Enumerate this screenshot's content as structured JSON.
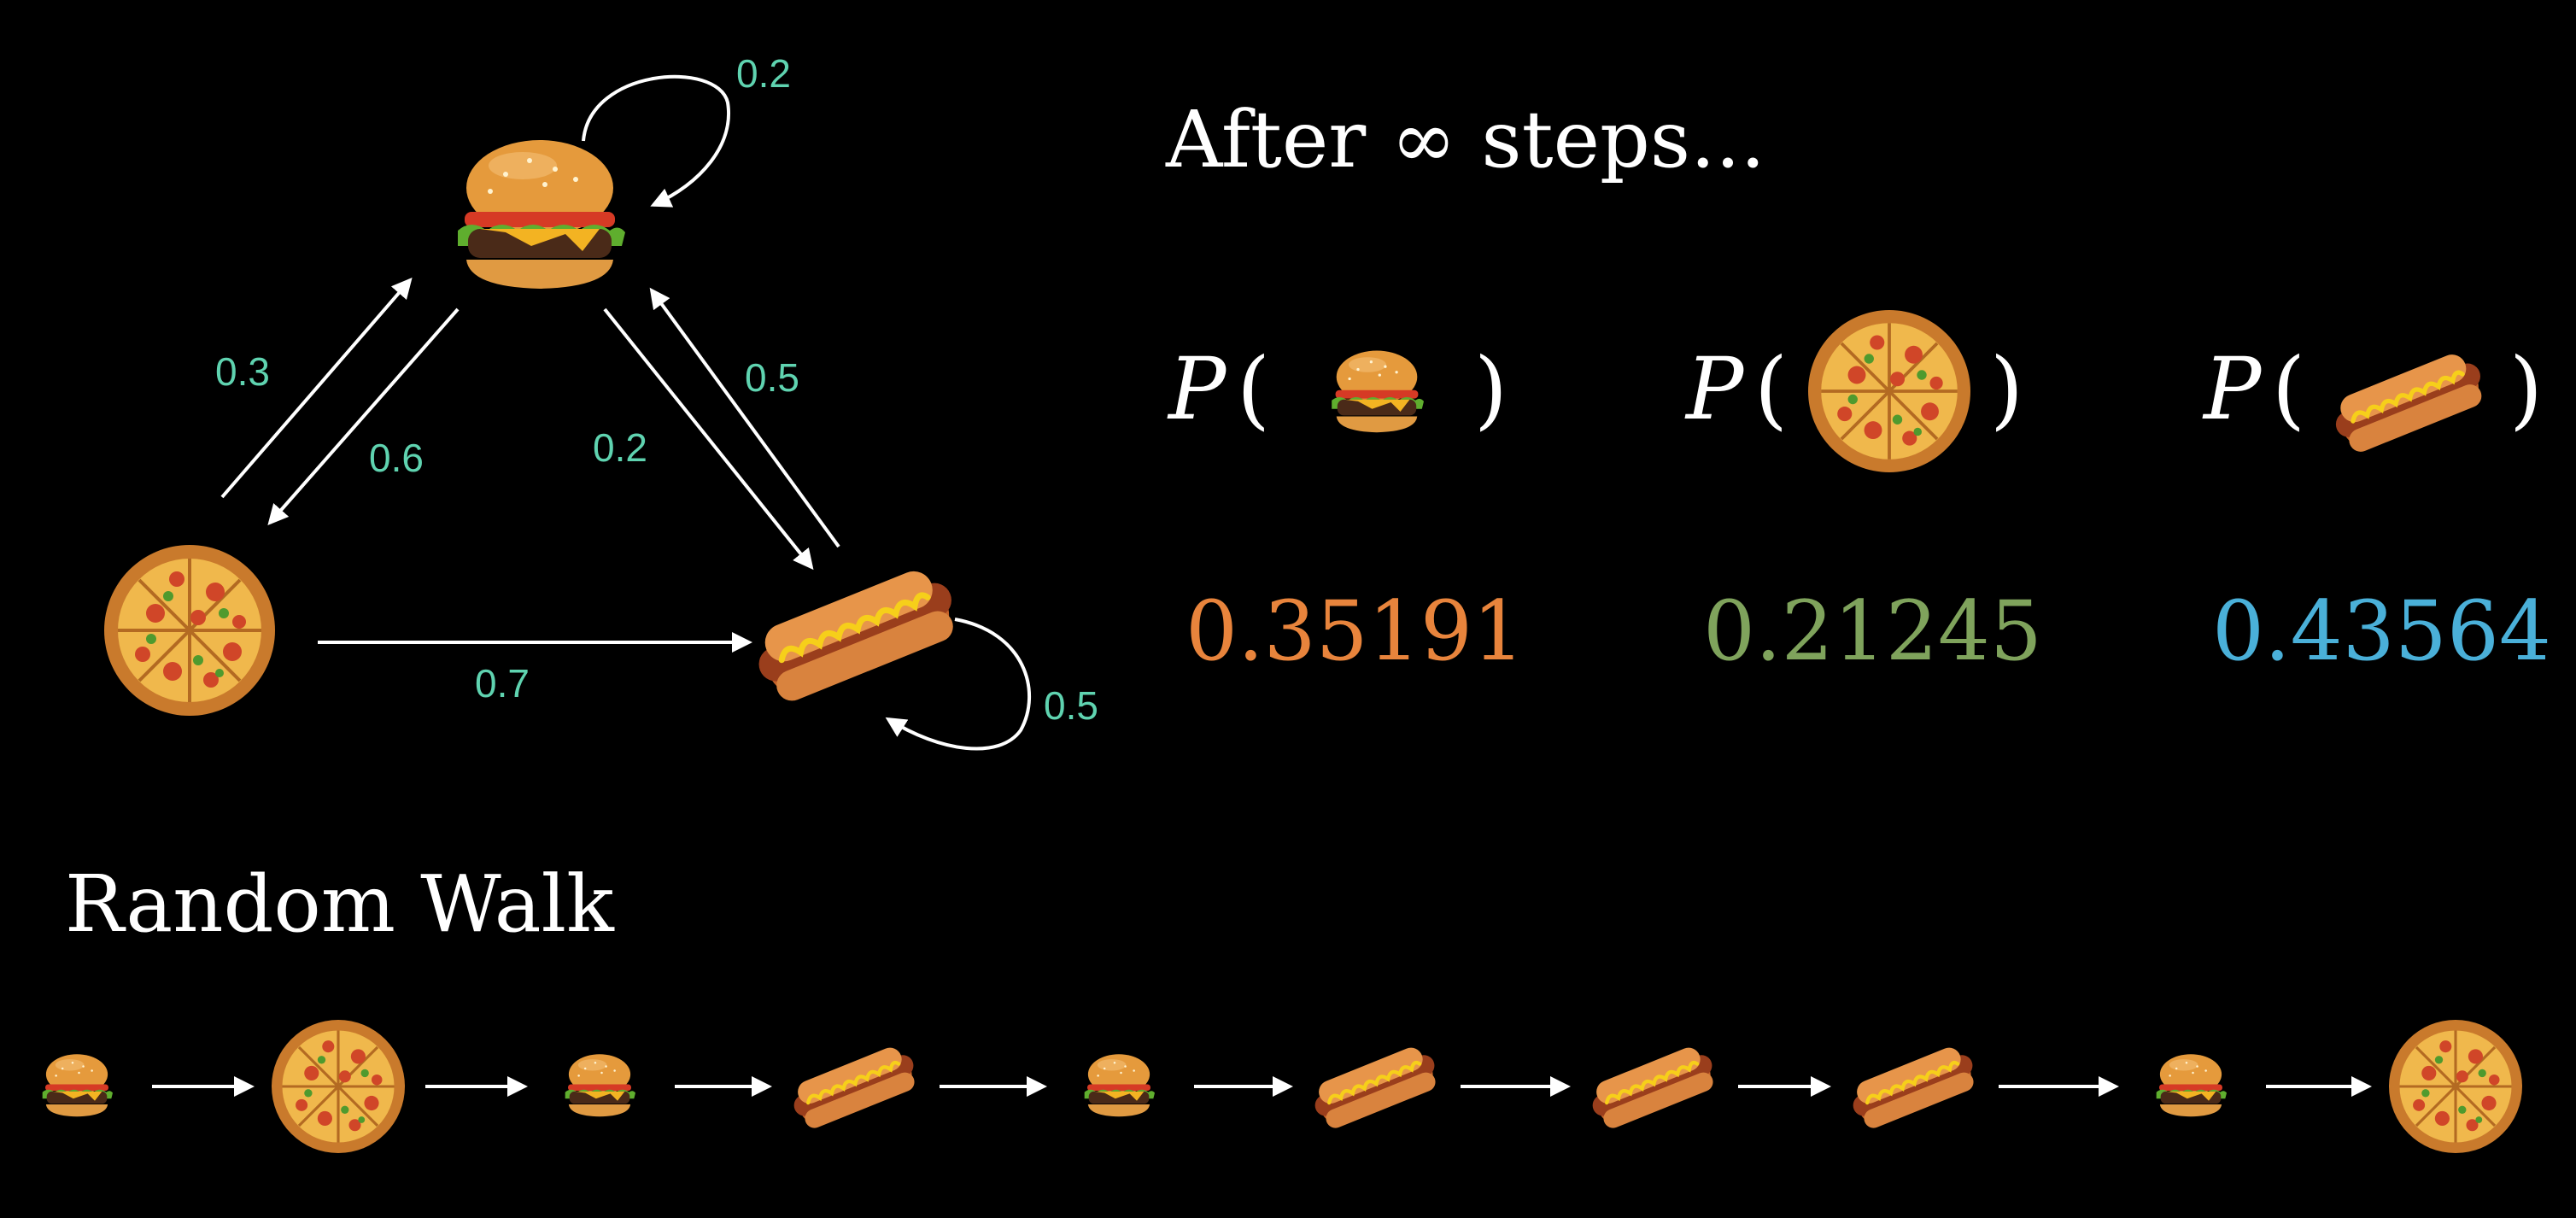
{
  "header": {
    "text": "After ∞ steps..."
  },
  "markov_chain": {
    "nodes": [
      {
        "id": "burger",
        "label_icon": "burger-icon"
      },
      {
        "id": "pizza",
        "label_icon": "pizza-icon"
      },
      {
        "id": "hotdog",
        "label_icon": "hotdog-icon"
      }
    ],
    "edges": [
      {
        "from": "burger",
        "to": "burger",
        "prob": "0.2"
      },
      {
        "from": "pizza",
        "to": "burger",
        "prob": "0.3"
      },
      {
        "from": "burger",
        "to": "pizza",
        "prob": "0.6"
      },
      {
        "from": "burger",
        "to": "hotdog",
        "prob": "0.2"
      },
      {
        "from": "hotdog",
        "to": "burger",
        "prob": "0.5"
      },
      {
        "from": "pizza",
        "to": "hotdog",
        "prob": "0.7"
      },
      {
        "from": "hotdog",
        "to": "hotdog",
        "prob": "0.5"
      }
    ]
  },
  "stationary": {
    "p_symbol": "P",
    "items": [
      {
        "food": "burger",
        "value": "0.35191",
        "color": "#e8843c"
      },
      {
        "food": "pizza",
        "value": "0.21245",
        "color": "#7fa35c"
      },
      {
        "food": "hotdog",
        "value": "0.43564",
        "color": "#4ab0d9"
      }
    ]
  },
  "random_walk": {
    "title": "Random Walk",
    "sequence": [
      "burger",
      "pizza",
      "burger",
      "hotdog",
      "burger",
      "hotdog",
      "hotdog",
      "hotdog",
      "burger",
      "pizza"
    ]
  },
  "colors": {
    "background": "#000000",
    "edge_label": "#5fd3b0",
    "arrow": "#ffffff"
  }
}
